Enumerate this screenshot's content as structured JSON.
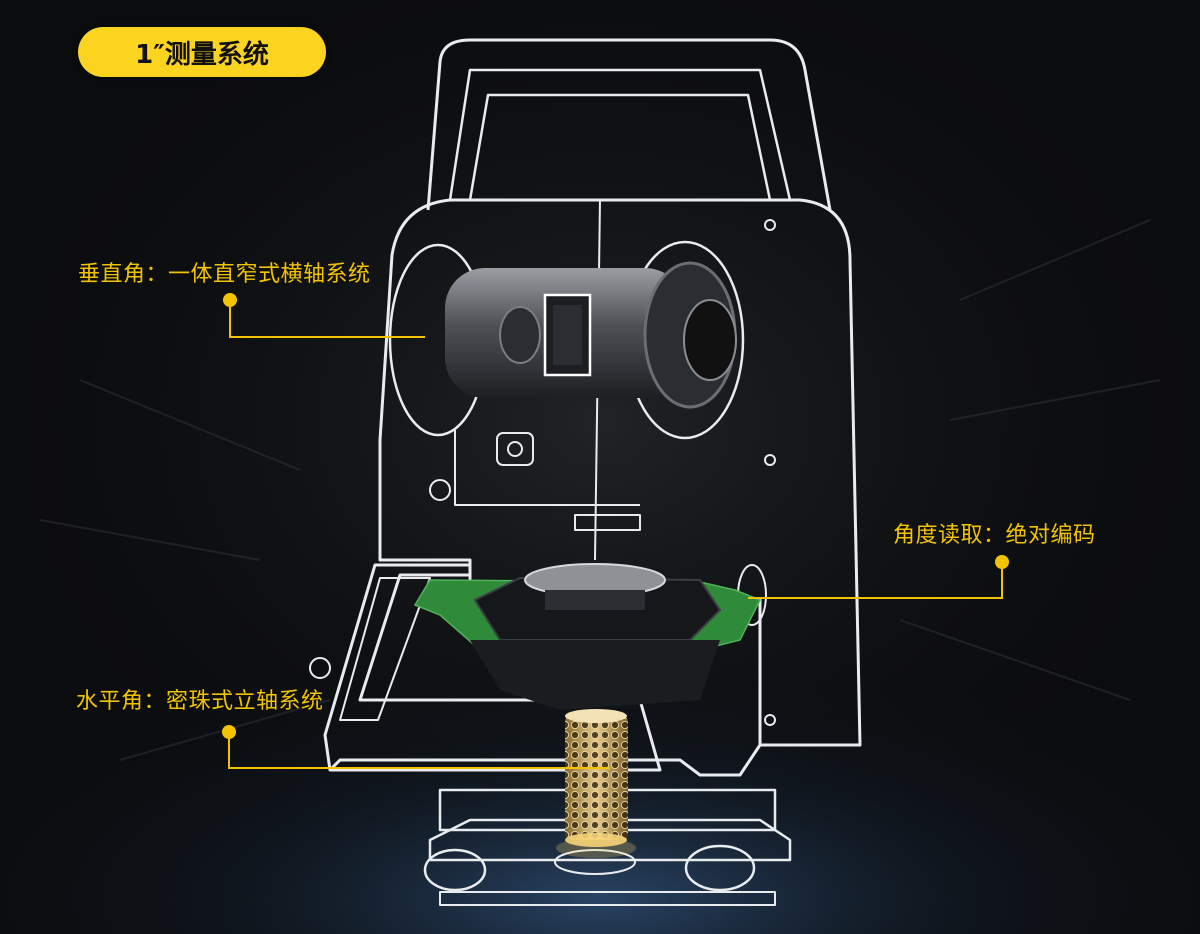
{
  "badge": {
    "text": "1″测量系统"
  },
  "callouts": {
    "vertical_angle": "垂直角：一体直窄式横轴系统",
    "angle_reading": "角度读取：绝对编码",
    "horizontal_angle": "水平角：密珠式立轴系统"
  },
  "colors": {
    "accent": "#fbd420",
    "label_text": "#f2c300",
    "outline": "#e8ecef",
    "circuit_board": "#2f8a3a",
    "bearing": "#c9a45a",
    "background": "#0b0c0e"
  }
}
